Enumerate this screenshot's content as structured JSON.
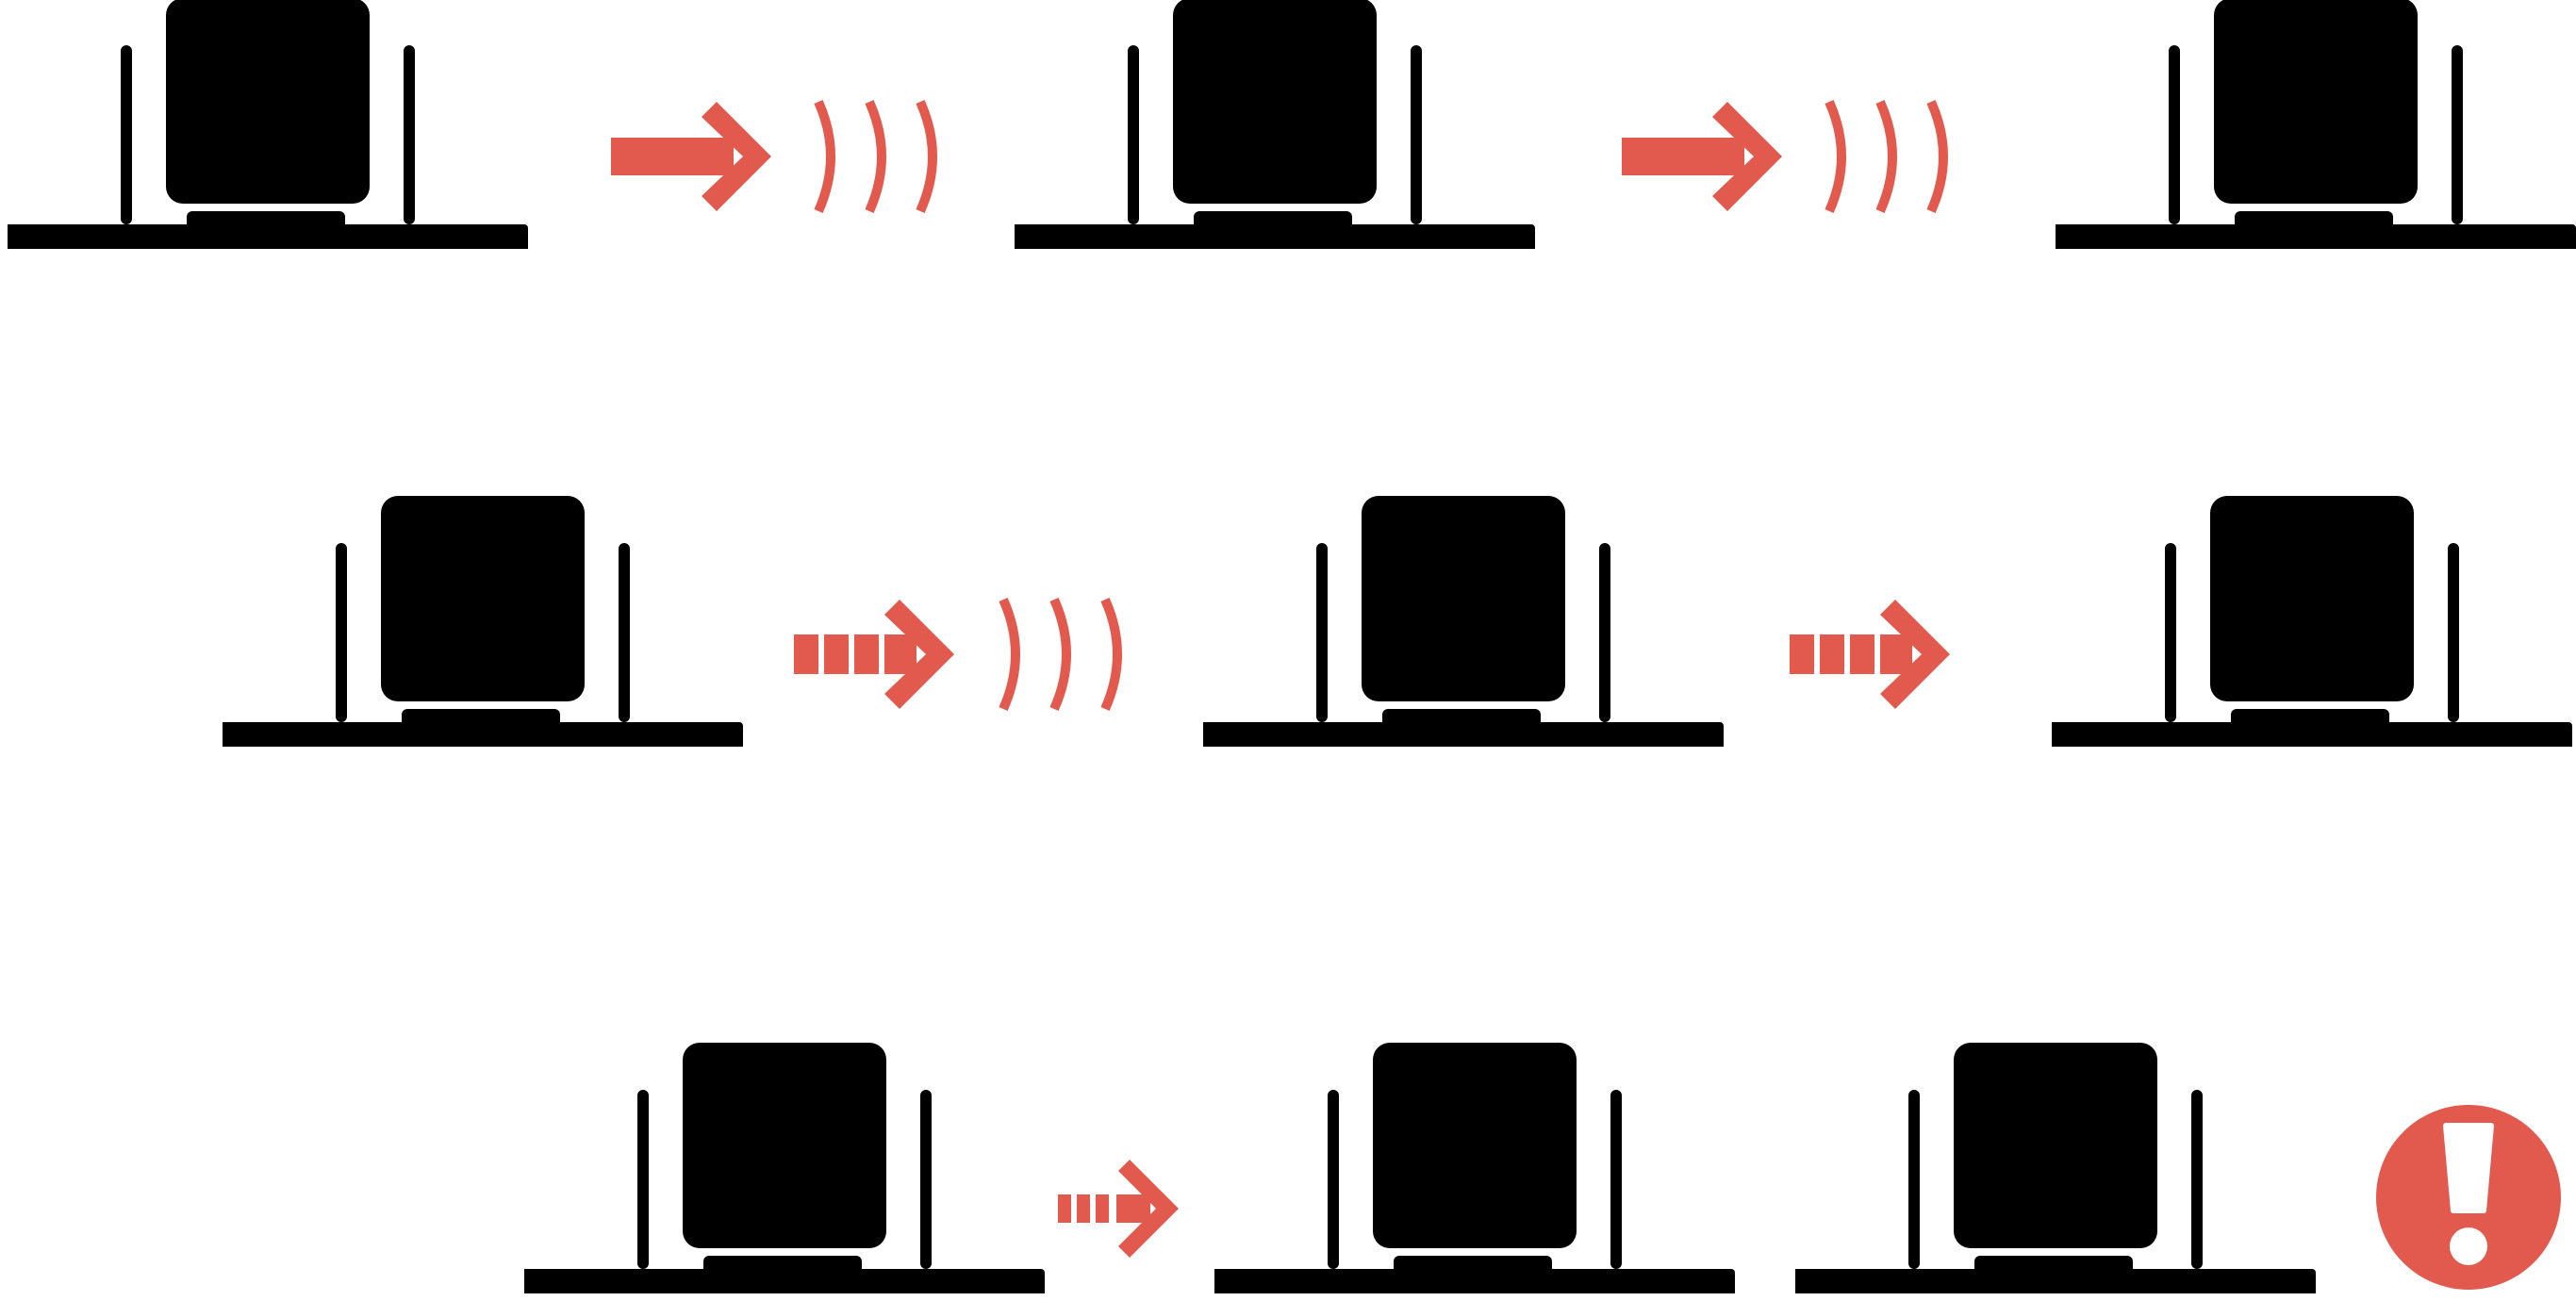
{
  "colors": {
    "active_base": "#03A2CC",
    "active_block": "#000000",
    "inactive": "#BCBCBD",
    "signal": "#E25A4E",
    "alert_mark": "#ffffff"
  },
  "rows": [
    {
      "sequence": [
        {
          "kind": "device",
          "state": "active"
        },
        {
          "kind": "arrow",
          "style": "solid"
        },
        {
          "kind": "signal-waves"
        },
        {
          "kind": "device",
          "state": "inactive"
        },
        {
          "kind": "arrow",
          "style": "solid"
        },
        {
          "kind": "signal-waves"
        },
        {
          "kind": "device",
          "state": "inactive"
        }
      ]
    },
    {
      "sequence": [
        {
          "kind": "device",
          "state": "active"
        },
        {
          "kind": "arrow",
          "style": "dashed"
        },
        {
          "kind": "signal-waves"
        },
        {
          "kind": "device",
          "state": "inactive"
        },
        {
          "kind": "arrow",
          "style": "dashed"
        },
        {
          "kind": "device",
          "state": "inactive"
        }
      ]
    },
    {
      "sequence": [
        {
          "kind": "device",
          "state": "active"
        },
        {
          "kind": "arrow",
          "style": "dashed-small"
        },
        {
          "kind": "device",
          "state": "inactive"
        },
        {
          "kind": "device",
          "state": "inactive"
        },
        {
          "kind": "alert",
          "icon": "exclamation-alert-icon"
        }
      ]
    }
  ]
}
